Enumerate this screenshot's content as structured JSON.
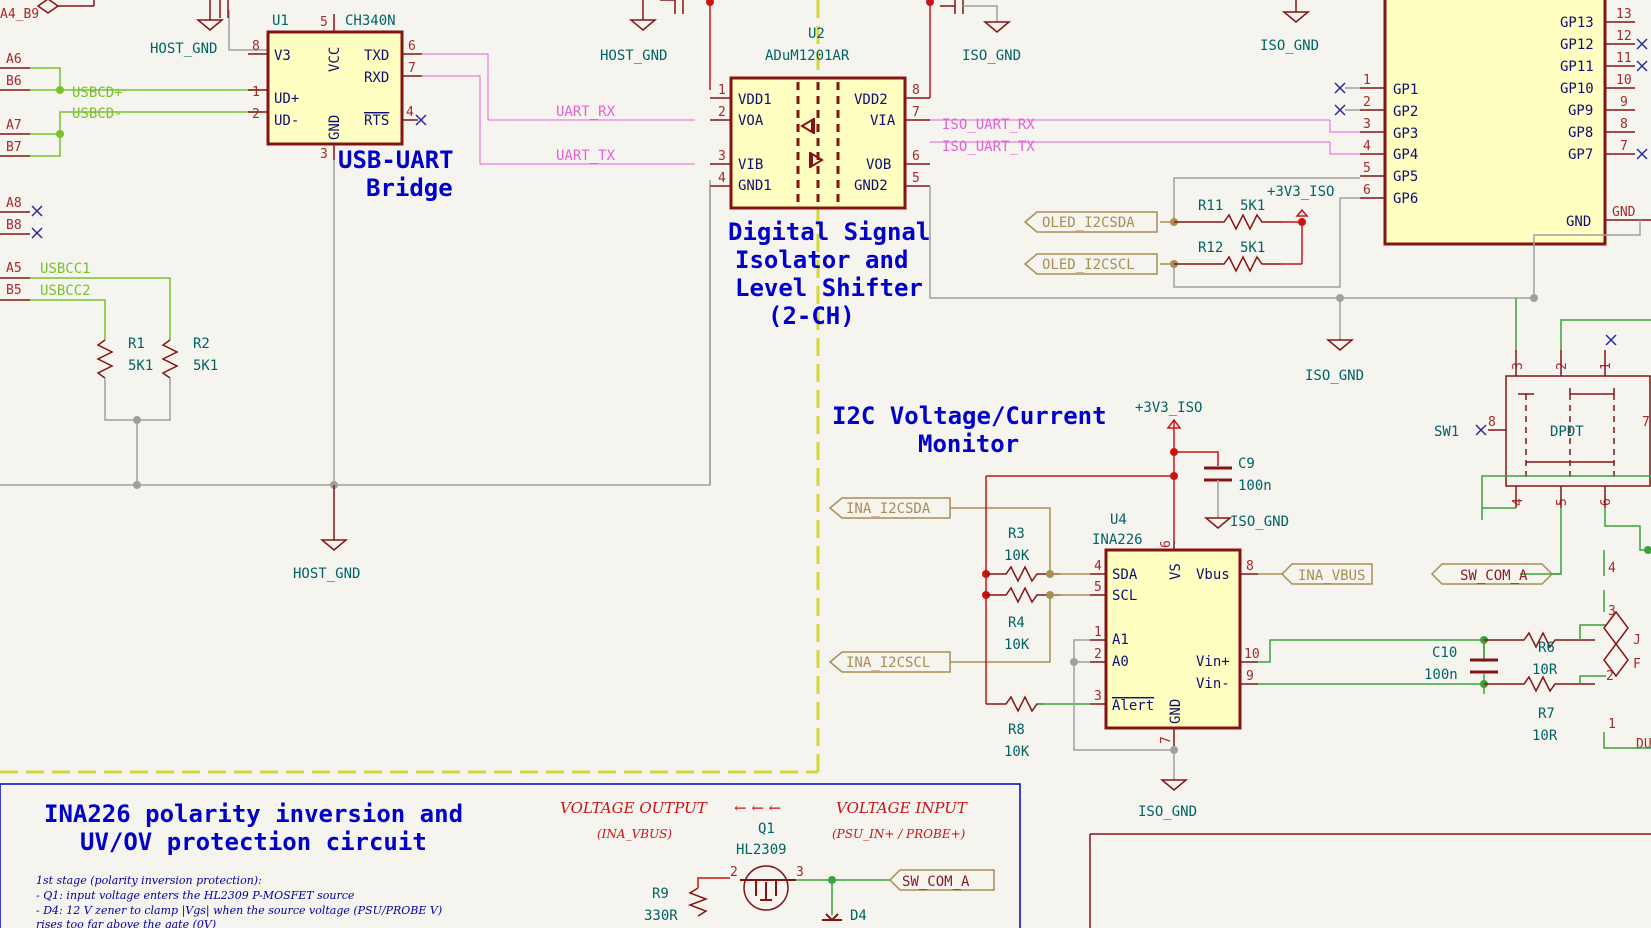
{
  "host_gnd_label": "HOST_GND",
  "iso_gnd_label": "ISO_GND",
  "u1": {
    "ref": "U1",
    "value": "CH340N",
    "pins": {
      "v3": "V3",
      "udp": "UD+",
      "udm": "UD-",
      "vcc": "VCC",
      "gnd": "GND",
      "txd": "TXD",
      "rxd": "RXD",
      "rts": "RTS"
    },
    "pin_numbers": {
      "v3": "8",
      "udp": "1",
      "udm": "2",
      "vcc": "5",
      "gnd": "3",
      "txd": "6",
      "rxd": "7",
      "rts": "4"
    }
  },
  "usb_connector": {
    "pins": [
      "A4_B9",
      "A6",
      "B6",
      "A7",
      "B7",
      "A8",
      "B8",
      "A5",
      "B5"
    ]
  },
  "nets": {
    "usbcd_p": "USBCD+",
    "usbcd_m": "USBCD-",
    "usbcc1": "USBCC1",
    "usbcc2": "USBCC2",
    "uart_rx": "UART_RX",
    "uart_tx": "UART_TX",
    "iso_uart_rx": "ISO_UART_RX",
    "iso_uart_tx": "ISO_UART_TX",
    "gnd": "GND"
  },
  "r1": {
    "ref": "R1",
    "value": "5K1"
  },
  "r2": {
    "ref": "R2",
    "value": "5K1"
  },
  "u2": {
    "ref": "U2",
    "value": "ADuM1201AR",
    "pins_left": [
      "VDD1",
      "VOA",
      "VIB",
      "GND1"
    ],
    "pins_right": [
      "VDD2",
      "VIA",
      "VOB",
      "GND2"
    ],
    "pin_numbers_left": [
      "1",
      "2",
      "3",
      "4"
    ],
    "pin_numbers_right": [
      "8",
      "7",
      "6",
      "5"
    ]
  },
  "titles": {
    "usb_uart": [
      "USB-UART",
      "Bridge"
    ],
    "isolator": [
      "Digital Signal",
      "Isolator and",
      "Level Shifter",
      "(2-CH)"
    ],
    "i2c_monitor": [
      "I2C Voltage/Current",
      "Monitor"
    ],
    "ina226_protection": [
      "INA226 polarity inversion and",
      "UV/OV protection circuit"
    ]
  },
  "mcu": {
    "pins_left": [
      "GP1",
      "GP2",
      "GP3",
      "GP4",
      "GP5",
      "GP6"
    ],
    "pin_numbers_left": [
      "1",
      "2",
      "3",
      "4",
      "5",
      "6"
    ],
    "pins_right": [
      "GP13",
      "GP12",
      "GP11",
      "GP10",
      "GP9",
      "GP8",
      "GP7",
      "GND"
    ],
    "pin_numbers_right": [
      "13",
      "12",
      "11",
      "10",
      "9",
      "8",
      "7"
    ]
  },
  "power_3v3_iso": "+3V3_ISO",
  "oled_i2csda": "OLED_I2CSDA",
  "oled_i2cscl": "OLED_I2CSCL",
  "r11": {
    "ref": "R11",
    "value": "5K1"
  },
  "r12": {
    "ref": "R12",
    "value": "5K1"
  },
  "sw1": {
    "ref": "SW1",
    "value": "DPDT",
    "pins": [
      "3",
      "2",
      "1",
      "4",
      "5",
      "6",
      "8",
      "7"
    ]
  },
  "ina_i2csda": "INA_I2CSDA",
  "ina_i2cscl": "INA_I2CSCL",
  "ina_vbus": "INA_VBUS",
  "sw_com_a": "SW_COM_A",
  "r3": {
    "ref": "R3",
    "value": "10K"
  },
  "r4": {
    "ref": "R4",
    "value": "10K"
  },
  "r8": {
    "ref": "R8",
    "value": "10K"
  },
  "r6": {
    "ref": "R6",
    "value": "10R"
  },
  "r7": {
    "ref": "R7",
    "value": "10R"
  },
  "r9": {
    "ref": "R9",
    "value": "330R"
  },
  "c9": {
    "ref": "C9",
    "value": "100n"
  },
  "c10": {
    "ref": "C10",
    "value": "100n"
  },
  "u4": {
    "ref": "U4",
    "value": "INA226",
    "pins_left": [
      "SDA",
      "SCL",
      "A1",
      "A0",
      "Alert"
    ],
    "pin_numbers_left": [
      "4",
      "5",
      "1",
      "2",
      "3"
    ],
    "pins_right": [
      "Vbus",
      "Vin+",
      "Vin-"
    ],
    "pin_numbers_right": [
      "8",
      "10",
      "9"
    ],
    "vs": "VS",
    "gnd": "GND",
    "vs_pin": "6",
    "gnd_pin": "7"
  },
  "right_pins": [
    "4",
    "3",
    "2",
    "1"
  ],
  "right_partial": [
    "J",
    "F",
    "DU"
  ],
  "q1": {
    "ref": "Q1",
    "value": "HL2309",
    "pins": [
      "2",
      "3"
    ]
  },
  "d4": {
    "ref": "D4"
  },
  "protection_labels": {
    "voltage_output": "VOLTAGE OUTPUT",
    "voltage_output_sub": "(INA_VBUS)",
    "arrows": "← ← ←",
    "voltage_input": "VOLTAGE INPUT",
    "voltage_input_sub": "(PSU_IN+ / PROBE+)"
  },
  "protection_notes": [
    "1st stage (polarity inversion protection):",
    "- Q1: input voltage enters the HL2309 P-MOSFET source",
    "- D4: 12 V zener to clamp |Vgs| when the source voltage (PSU/PROBE V)",
    "  rises too far above the gate (0V)"
  ]
}
